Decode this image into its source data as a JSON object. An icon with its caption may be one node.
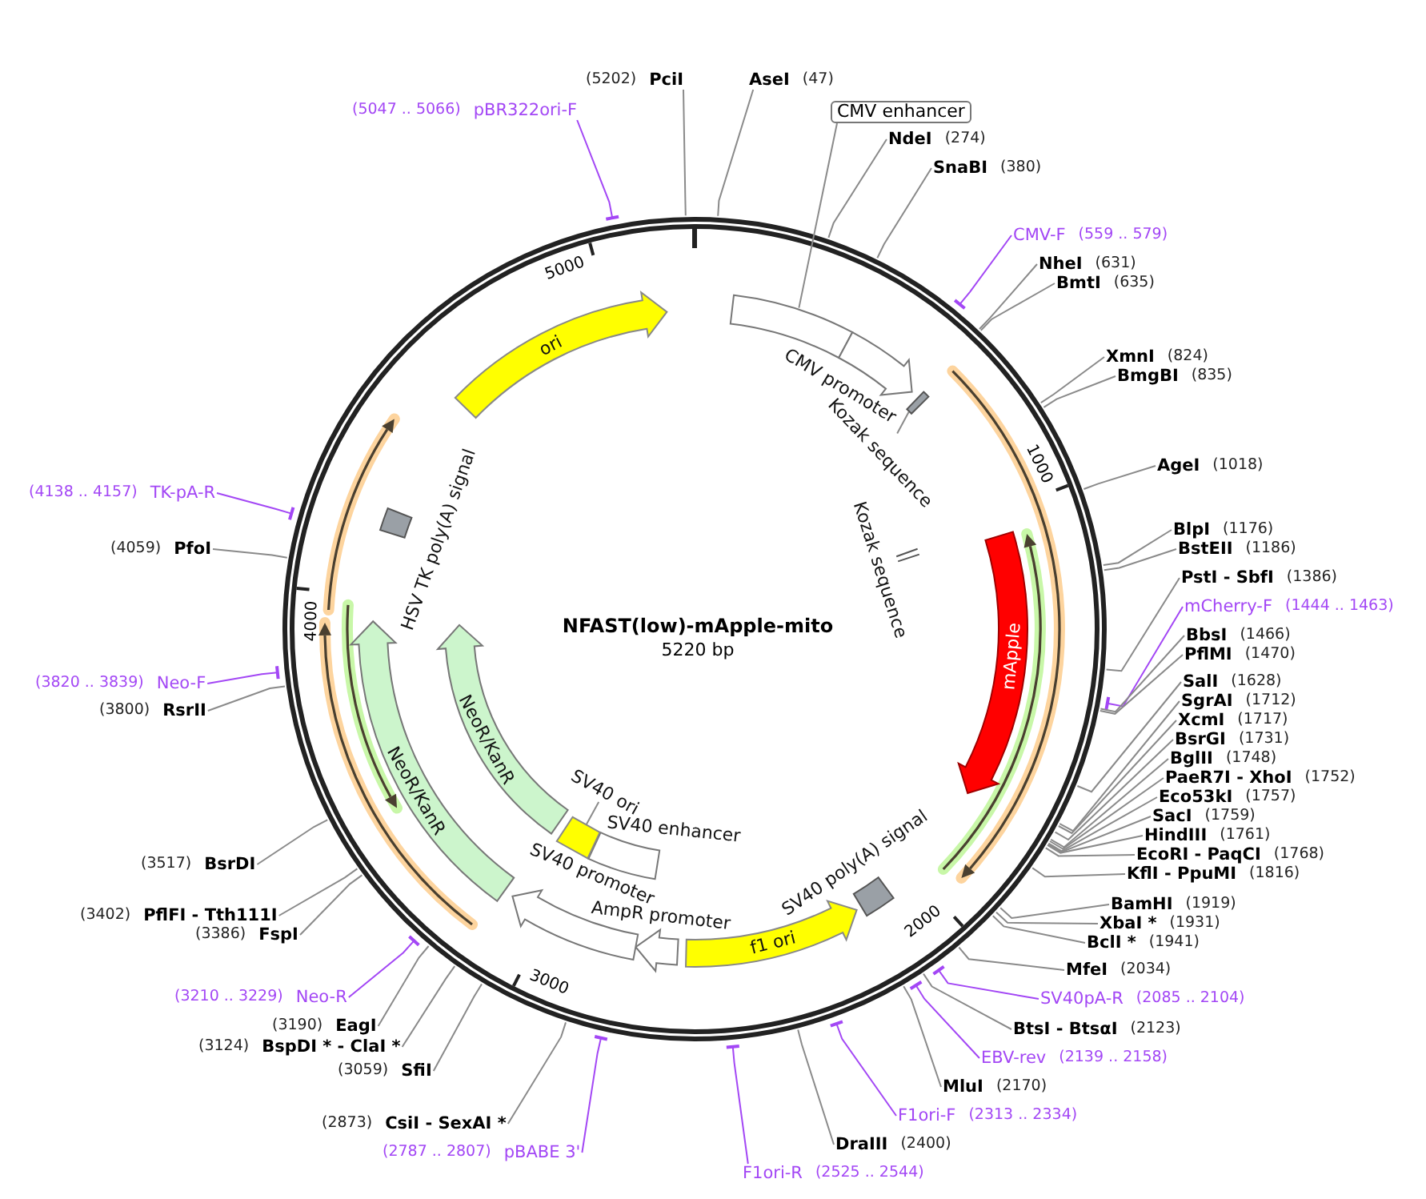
{
  "diagram": {
    "title": "NFAST(low)-mApple-mito",
    "nodes": [
      {
        "text": [
          "AseI",
          "(47)"
        ]
      },
      {
        "text": [
          "NdeI",
          "(274)"
        ]
      },
      {
        "text": [
          "SnaBI",
          "(380)"
        ]
      },
      {
        "text": [
          "CMV-F",
          "(559 .. 579)"
        ]
      },
      {
        "text": [
          "NheI",
          "(631)"
        ]
      },
      {
        "text": [
          "BmtI",
          "(635)"
        ]
      },
      {
        "text": [
          "XmnI",
          "(824)"
        ]
      },
      {
        "text": [
          "BmgBI",
          "(835)"
        ]
      },
      {
        "text": [
          "AgeI",
          "(1018)"
        ]
      },
      {
        "text": [
          "BlpI",
          "(1176)"
        ]
      },
      {
        "text": [
          "BstEII",
          "(1186)"
        ]
      },
      {
        "text": [
          "PstI - SbfI",
          "(1386)"
        ]
      },
      {
        "text": [
          "mCherry-F",
          "(1444 .. 1463)"
        ]
      },
      {
        "text": [
          "BbsI",
          "(1466)"
        ]
      },
      {
        "text": [
          "PflMI",
          "(1470)"
        ]
      },
      {
        "text": [
          "SalI",
          "(1628)"
        ]
      },
      {
        "text": [
          "SgrAI",
          "(1712)"
        ]
      },
      {
        "text": [
          "XcmI",
          "(1717)"
        ]
      },
      {
        "text": [
          "BsrGI",
          "(1731)"
        ]
      },
      {
        "text": [
          "BglII",
          "(1748)"
        ]
      },
      {
        "text": [
          "PaeR7I - XhoI",
          "(1752)"
        ]
      },
      {
        "text": [
          "Eco53kI",
          "(1757)"
        ]
      },
      {
        "text": [
          "SacI",
          "(1759)"
        ]
      },
      {
        "text": [
          "HindIII",
          "(1761)"
        ]
      },
      {
        "text": [
          "EcoRI - PaqCI",
          "(1768)"
        ]
      },
      {
        "text": [
          "KflI - PpuMI",
          "(1816)"
        ]
      },
      {
        "text": [
          "BamHI",
          "(1919)"
        ]
      },
      {
        "text": [
          "XbaI *",
          "(1931)"
        ]
      },
      {
        "text": [
          "BclI *",
          "(1941)"
        ]
      },
      {
        "text": [
          "MfeI",
          "(2034)"
        ]
      },
      {
        "text": [
          "SV40pA-R",
          "(2085 .. 2104)"
        ]
      },
      {
        "text": [
          "BtsI - BtsαI",
          "(2123)"
        ]
      },
      {
        "text": [
          "EBV-rev",
          "(2139 .. 2158)"
        ]
      },
      {
        "text": [
          "MluI",
          "(2170)"
        ]
      },
      {
        "text": [
          "F1ori-F",
          "(2313 .. 2334)"
        ]
      },
      {
        "text": [
          "DraIII",
          "(2400)"
        ]
      },
      {
        "text": [
          "F1ori-R",
          "(2525 .. 2544)"
        ]
      },
      {
        "text": [
          "(2873)",
          "CsiI - SexAI *"
        ]
      },
      {
        "text": [
          "(2787 .. 2807)",
          "pBABE 3'"
        ]
      },
      {
        "text": [
          "(3059)",
          "SfiI"
        ]
      },
      {
        "text": [
          "(3124)",
          "BspDI * - ClaI *"
        ]
      },
      {
        "text": [
          "(3190)",
          "EagI"
        ]
      },
      {
        "text": [
          "(3210 .. 3229)",
          "Neo-R"
        ]
      },
      {
        "text": [
          "(3386)",
          "FspI"
        ]
      },
      {
        "text": [
          "(3402)",
          "PflFI - Tth111I"
        ]
      },
      {
        "text": [
          "(3517)",
          "BsrDI"
        ]
      },
      {
        "text": [
          "(3800)",
          "RsrII"
        ]
      },
      {
        "text": [
          "(3820 .. 3839)",
          "Neo-F"
        ]
      },
      {
        "text": [
          "(4059)",
          "PfoI"
        ]
      },
      {
        "text": [
          "(4138 .. 4157)",
          "TK-pA-R"
        ]
      },
      {
        "text": [
          "(5047 .. 5066)",
          "pBR322ori-F"
        ]
      },
      {
        "text": [
          "(5202)",
          "PciI"
        ]
      },
      {
        "text": [
          "CMV enhancer"
        ]
      },
      {
        "text": [],
        "shape": "arrow"
      },
      {
        "text": [
          "CMV promoter"
        ]
      },
      {
        "text": [
          "Kozak sequence"
        ]
      },
      {
        "text": [],
        "shape": "bar"
      },
      {
        "text": [
          "Kozak sequence"
        ]
      },
      {
        "text": [
          "mApple"
        ]
      },
      {
        "text": [
          "SV40 poly(A) signal"
        ]
      },
      {
        "text": [
          "f1 ori"
        ]
      },
      {
        "text": [
          "AmpR promoter"
        ]
      },
      {
        "text": [
          "SV40 promoter"
        ]
      },
      {
        "text": [
          "SV40 enhancer"
        ]
      },
      {
        "text": [
          "SV40 ori"
        ]
      },
      {
        "text": [],
        "shape": "box"
      },
      {
        "text": [
          "NeoR/KanR"
        ]
      },
      {
        "text": [
          "NeoR/KanR"
        ]
      },
      {
        "text": [
          "HSV TK poly(A) signal"
        ]
      },
      {
        "text": [
          "ori"
        ]
      }
    ],
    "edges": [
      {
        "from": 0,
        "to": null,
        "arrow": "none"
      },
      {
        "from": 1,
        "to": null,
        "arrow": "none"
      },
      {
        "from": 2,
        "to": null,
        "arrow": "none"
      },
      {
        "from": 3,
        "to": null,
        "arrow": "other",
        "color": "#a347f5"
      },
      {
        "from": 4,
        "to": null,
        "arrow": "none"
      },
      {
        "from": 5,
        "to": null,
        "arrow": "none"
      },
      {
        "from": 6,
        "to": null,
        "arrow": "none"
      },
      {
        "from": 7,
        "to": null,
        "arrow": "none"
      },
      {
        "from": 8,
        "to": null,
        "arrow": "none"
      },
      {
        "from": 9,
        "to": null,
        "arrow": "none"
      },
      {
        "from": 10,
        "to": null,
        "arrow": "none"
      },
      {
        "from": 11,
        "to": null,
        "arrow": "none"
      },
      {
        "from": 12,
        "to": null,
        "arrow": "other",
        "color": "#a347f5"
      },
      {
        "from": 13,
        "to": null,
        "arrow": "none"
      },
      {
        "from": 14,
        "to": null,
        "arrow": "none"
      },
      {
        "from": 15,
        "to": null,
        "arrow": "none"
      },
      {
        "from": 16,
        "to": null,
        "arrow": "none"
      },
      {
        "from": 17,
        "to": null,
        "arrow": "none"
      },
      {
        "from": 18,
        "to": null,
        "arrow": "none"
      },
      {
        "from": 19,
        "to": null,
        "arrow": "none"
      },
      {
        "from": 20,
        "to": null,
        "arrow": "none"
      },
      {
        "from": 21,
        "to": null,
        "arrow": "none"
      },
      {
        "from": 22,
        "to": null,
        "arrow": "none"
      },
      {
        "from": 23,
        "to": null,
        "arrow": "none"
      },
      {
        "from": 24,
        "to": null,
        "arrow": "none"
      },
      {
        "from": 25,
        "to": null,
        "arrow": "none"
      },
      {
        "from": 26,
        "to": null,
        "arrow": "none"
      },
      {
        "from": 27,
        "to": null,
        "arrow": "none"
      },
      {
        "from": 28,
        "to": null,
        "arrow": "none"
      },
      {
        "from": 29,
        "to": null,
        "arrow": "none"
      },
      {
        "from": 30,
        "to": null,
        "arrow": "other",
        "color": "#a347f5"
      },
      {
        "from": 31,
        "to": null,
        "arrow": "none"
      },
      {
        "from": 32,
        "to": null,
        "arrow": "other",
        "color": "#a347f5"
      },
      {
        "from": 33,
        "to": null,
        "arrow": "none"
      },
      {
        "from": 34,
        "to": null,
        "arrow": "other",
        "color": "#a347f5"
      },
      {
        "from": 35,
        "to": null,
        "arrow": "none"
      },
      {
        "from": 36,
        "to": null,
        "arrow": "other",
        "color": "#a347f5"
      },
      {
        "from": 37,
        "to": null,
        "arrow": "none"
      },
      {
        "from": 38,
        "to": null,
        "arrow": "other",
        "color": "#a347f5"
      },
      {
        "from": 39,
        "to": null,
        "arrow": "none"
      },
      {
        "from": 40,
        "to": null,
        "arrow": "none"
      },
      {
        "from": 41,
        "to": null,
        "arrow": "none"
      },
      {
        "from": 42,
        "to": null,
        "arrow": "other",
        "color": "#a347f5"
      },
      {
        "from": 43,
        "to": null,
        "arrow": "none"
      },
      {
        "from": 44,
        "to": null,
        "arrow": "none"
      },
      {
        "from": 45,
        "to": null,
        "arrow": "none"
      },
      {
        "from": 46,
        "to": null,
        "arrow": "none"
      },
      {
        "from": 47,
        "to": null,
        "arrow": "other",
        "color": "#a347f5"
      },
      {
        "from": 48,
        "to": null,
        "arrow": "none"
      },
      {
        "from": 49,
        "to": null,
        "arrow": "other",
        "color": "#a347f5"
      },
      {
        "from": 50,
        "to": null,
        "arrow": "other",
        "color": "#a347f5"
      },
      {
        "from": 51,
        "to": null,
        "arrow": "none"
      },
      {
        "from": 52,
        "to": 53,
        "arrow": "none"
      },
      {
        "from": 55,
        "to": 56,
        "arrow": "none"
      },
      {
        "from": 64,
        "to": 65,
        "arrow": "none"
      }
    ],
    "labels": [
      "5220 bp",
      "1000",
      "2000",
      "3000",
      "4000",
      "5000"
    ]
  }
}
